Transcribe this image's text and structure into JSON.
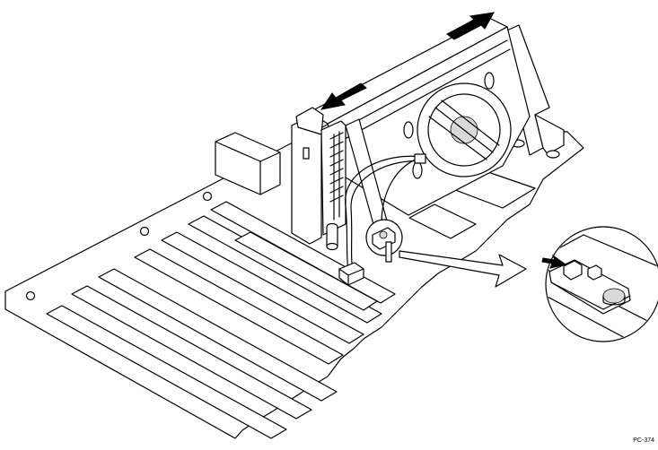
{
  "figure": {
    "id_label": "PC-374",
    "components": {
      "board": "motherboard",
      "slots": "expansion-slots",
      "retention_module": "processor-retention-module",
      "cartridge": "processor-cartridge-with-fan-heatsink",
      "fan_cable": "fan-power-cable",
      "fan_header": "fan-header-connector",
      "inset": "magnified-latch-detail"
    },
    "icons": {
      "arrow_left": "arrow-left-icon",
      "arrow_right": "arrow-right-icon",
      "callout_arrow": "callout-arrow-icon"
    }
  }
}
